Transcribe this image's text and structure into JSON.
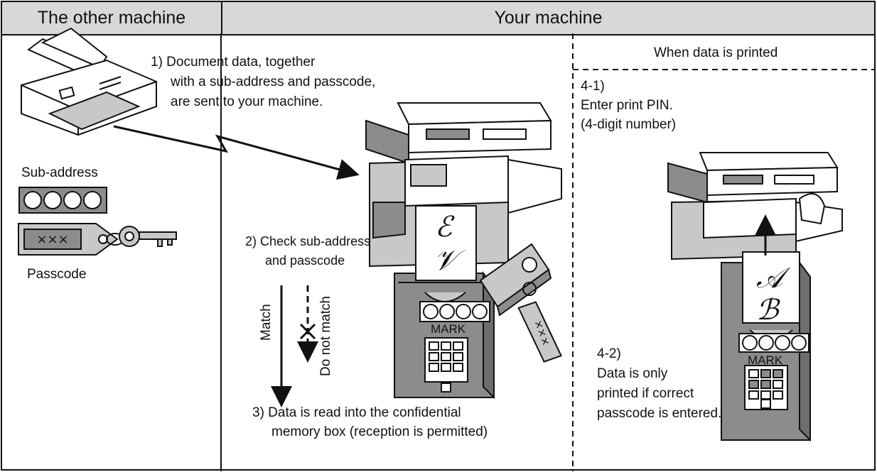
{
  "header": {
    "left": "The other machine",
    "right": "Your machine"
  },
  "left_panel": {
    "subaddress_label": "Sub-address",
    "passcode_label": "Passcode"
  },
  "steps": {
    "step1": [
      "1) Document data, together",
      "with a sub-address and passcode,",
      "are sent to your machine."
    ],
    "step2": [
      "2) Check sub-address",
      "and passcode"
    ],
    "match_label": "Match",
    "no_match_label": "Do not match",
    "step3": [
      "3) Data is read into the confidential",
      "memory box (reception is permitted)"
    ]
  },
  "print_panel": {
    "title": "When data is printed",
    "step4_1": [
      "4-1)",
      "Enter print PIN.",
      "(4-digit number)"
    ],
    "step4_2": [
      "4-2)",
      "Data is only",
      "printed if correct",
      "passcode is entered."
    ]
  },
  "box": {
    "label": "MARK",
    "doc_letters_left": [
      "ℰ",
      "𝒱"
    ],
    "doc_letters_right": [
      "𝒜",
      "ℬ"
    ],
    "tag_marks": "×××"
  },
  "colors": {
    "header_bg": "#d8d8d8",
    "box_gray": "#8c8c8c",
    "light_gray": "#c8c8c8",
    "line": "#111111"
  }
}
